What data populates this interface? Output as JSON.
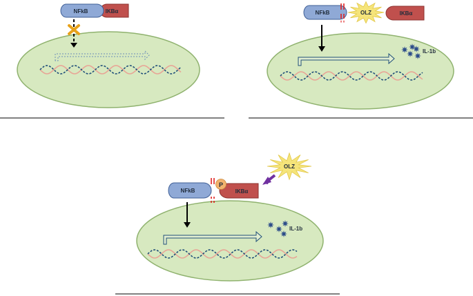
{
  "colors": {
    "nfkb_fill": "#8fa9d6",
    "nfkb_stroke": "#3f5f96",
    "ikba_fill": "#c0504d",
    "ikba_stroke": "#8c3330",
    "cell_fill": "#d7e9c0",
    "cell_stroke": "#8fb26e",
    "dna_blue": "#1f4e79",
    "dna_pink": "#e8a596",
    "olz_fill": "#f5e47a",
    "p_fill": "#f2b36e",
    "block_x": "#e8a21a",
    "break_mark": "#e02020",
    "purple_arrow": "#7030a0",
    "il1b_stars": "#2f4f8a"
  },
  "panel_top_left": {
    "nfkb_label": "NFkB",
    "ikba_label": "IKBα"
  },
  "panel_top_right": {
    "nfkb_label": "NFkB",
    "olz_label": "OLZ",
    "ikba_label": "IKBα",
    "cytokine_label": "IL-1b"
  },
  "panel_bottom": {
    "nfkb_label": "NFkB",
    "phospho_label": "P",
    "ikba_label": "IKBα",
    "olz_label": "OLZ",
    "cytokine_label": "IL-1b"
  }
}
